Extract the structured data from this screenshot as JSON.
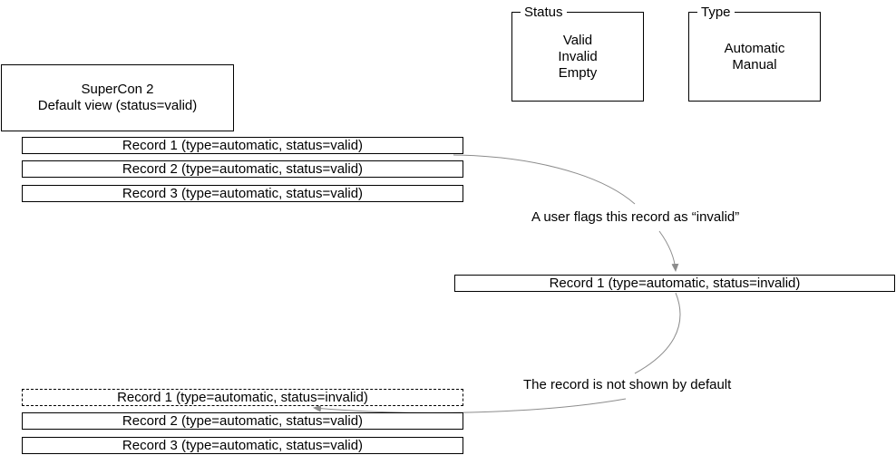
{
  "legend_status": {
    "title": "Status",
    "items": [
      "Valid",
      "Invalid",
      "Empty"
    ]
  },
  "legend_type": {
    "title": "Type",
    "items": [
      "Automatic",
      "Manual"
    ]
  },
  "view": {
    "line1": "SuperCon 2",
    "line2": "Default view (status=valid)"
  },
  "top_records": [
    "Record 1 (type=automatic, status=valid)",
    "Record 2 (type=automatic, status=valid)",
    "Record 3 (type=automatic, status=valid)"
  ],
  "flagged_record": "Record 1 (type=automatic, status=invalid)",
  "bottom_records": [
    "Record 1 (type=automatic, status=invalid)",
    "Record 2 (type=automatic, status=valid)",
    "Record 3 (type=automatic, status=valid)"
  ],
  "edge_labels": {
    "flag": "A user flags this record as “invalid”",
    "hidden": "The record is not shown by default"
  },
  "colors": {
    "line": "#000000",
    "edge": "#8c8c8c"
  }
}
